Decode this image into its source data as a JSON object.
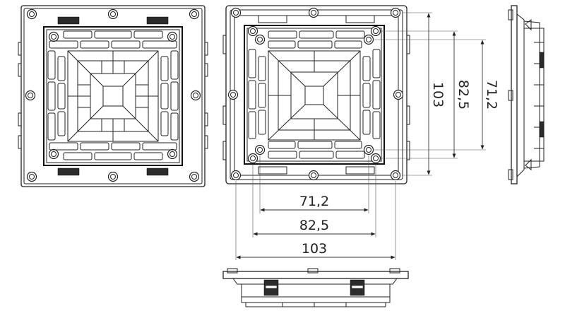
{
  "dimensions": {
    "horizontal": [
      "71,2",
      "82,5",
      "103"
    ],
    "vertical": [
      "103",
      "82,5",
      "71,2"
    ]
  },
  "colors": {
    "line": "#222222",
    "fill_dark": "#2b2b2b",
    "background": "#ffffff"
  }
}
